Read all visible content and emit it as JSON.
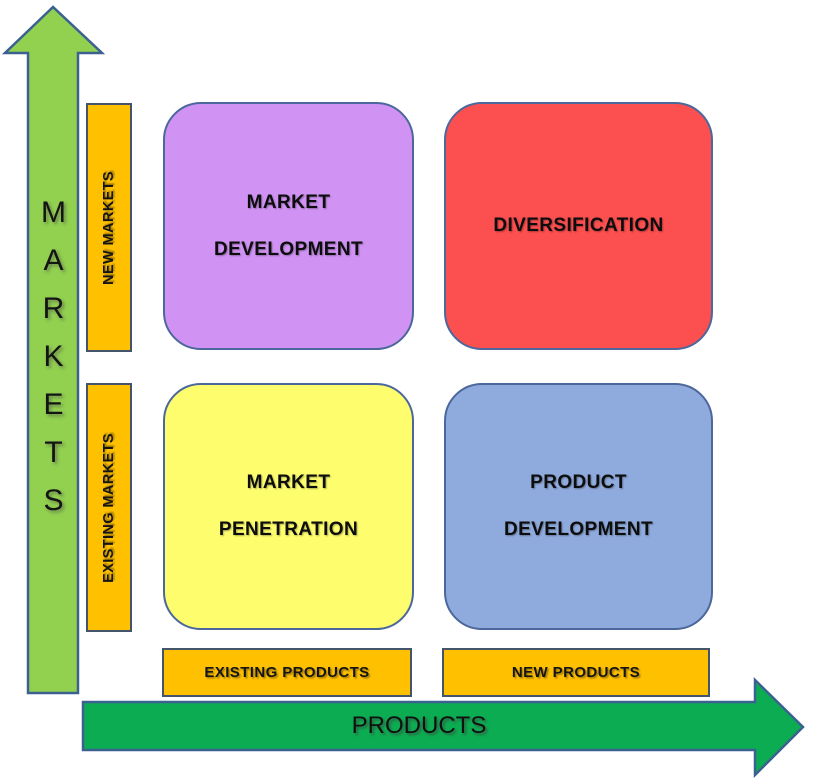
{
  "axes": {
    "y_axis_label": "MARKETS",
    "x_axis_label": "PRODUCTS"
  },
  "market_rows": [
    {
      "label": "NEW MARKETS"
    },
    {
      "label": "EXISTING MARKETS"
    }
  ],
  "product_columns": [
    {
      "label": "EXISTING PRODUCTS"
    },
    {
      "label": "NEW PRODUCTS"
    }
  ],
  "quadrants": [
    {
      "name": "market-development",
      "line1": "MARKET",
      "line2": "DEVELOPMENT",
      "color": "#D093F3"
    },
    {
      "name": "diversification",
      "line1": "DIVERSIFICATION",
      "line2": "",
      "color": "#FC4F4F"
    },
    {
      "name": "market-penetration",
      "line1": "MARKET",
      "line2": "PENETRATION",
      "color": "#FDFD6E"
    },
    {
      "name": "product-development",
      "line1": "PRODUCT",
      "line2": "DEVELOPMENT",
      "color": "#8FAADC"
    }
  ],
  "colors": {
    "vertical_arrow": "#92D050",
    "horizontal_arrow": "#0CAD52",
    "label_bar": "#FFC000",
    "label_bar_border": "#44546A",
    "quadrant_border": "#4C679C",
    "arrow_border": "#3A618F"
  }
}
